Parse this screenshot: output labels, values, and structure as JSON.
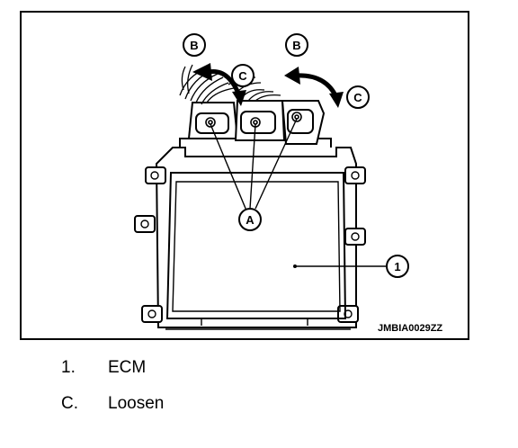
{
  "figure": {
    "code": "JMBIA0029ZZ",
    "callouts": {
      "a": "A",
      "b_left": "B",
      "b_right": "B",
      "c_left": "C",
      "c_right": "C",
      "one": "1"
    }
  },
  "legend": [
    {
      "num": "1.",
      "text": "ECM"
    },
    {
      "num": "C.",
      "text": "Loosen"
    }
  ]
}
